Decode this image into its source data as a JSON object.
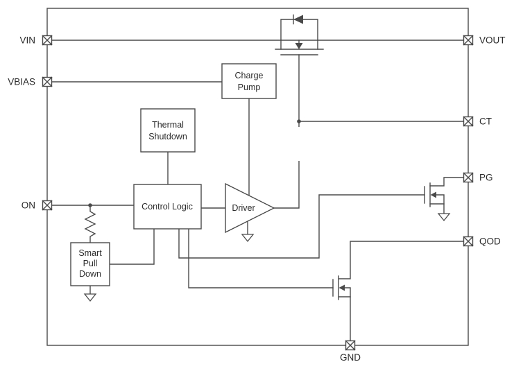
{
  "pins": {
    "vin": "VIN",
    "vbias": "VBIAS",
    "on": "ON",
    "vout": "VOUT",
    "ct": "CT",
    "pg": "PG",
    "qod": "QOD",
    "gnd": "GND"
  },
  "blocks": {
    "charge_pump": [
      "Charge",
      "Pump"
    ],
    "thermal_shutdown": [
      "Thermal",
      "Shutdown"
    ],
    "control_logic": "Control Logic",
    "driver": "Driver",
    "smart_pull_down": [
      "Smart",
      "Pull",
      "Down"
    ]
  },
  "colors": {
    "line": "#4a4a4a",
    "text": "#2b2b2b",
    "background": "#ffffff"
  }
}
